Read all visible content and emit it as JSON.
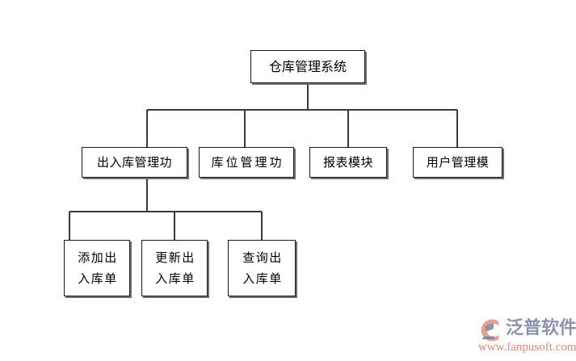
{
  "diagram": {
    "type": "org-chart",
    "title_node": "仓库管理系统",
    "background_color": "#ffffff",
    "line_color": "#3a3a3a",
    "node_border_color": "#1a1a1a",
    "node_fill_color": "#ffffff",
    "nodes": {
      "root": {
        "label": "仓库管理系统",
        "level": 1
      },
      "level2": [
        {
          "label": "出入库管理功",
          "level": 2
        },
        {
          "label": "库位管理功",
          "level": 2
        },
        {
          "label": "报表模块",
          "level": 2
        },
        {
          "label": "用户管理模",
          "level": 2
        }
      ],
      "level3": [
        {
          "line1": "添加出",
          "line2": "入库单",
          "level": 3
        },
        {
          "line1": "更新出",
          "line2": "入库单",
          "level": 3
        },
        {
          "line1": "查询出",
          "line2": "入库单",
          "level": 3
        }
      ]
    }
  },
  "watermark": {
    "brand": "泛普软件",
    "url": "www.fanpusoft.com",
    "brand_color": "#8a95ad",
    "url_color": "#e8897a",
    "mark_arc_color": "#e8a08a",
    "mark_accent_color": "#7b8aa8"
  }
}
